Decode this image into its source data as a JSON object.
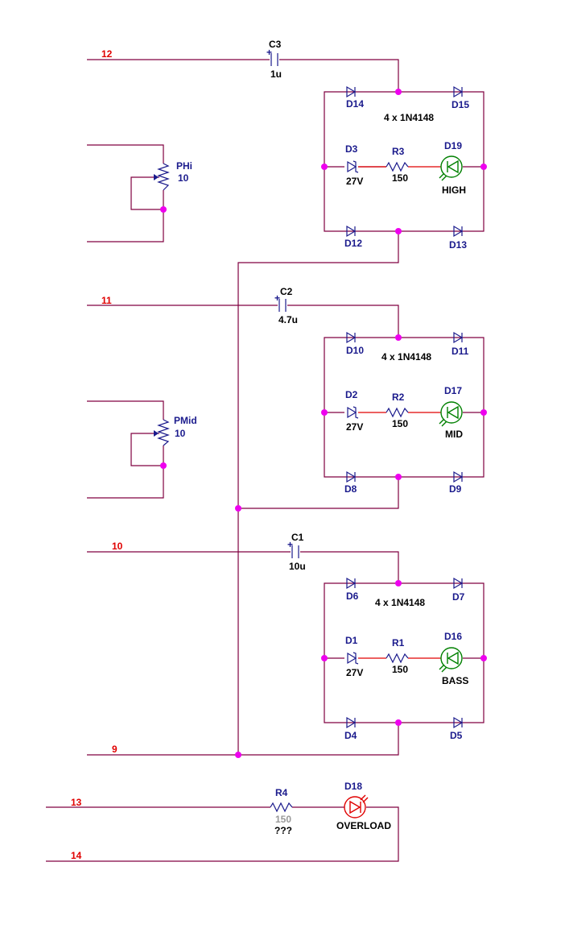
{
  "nets": {
    "n12": "12",
    "n11": "11",
    "n10": "10",
    "n9": "9",
    "n13": "13",
    "n14": "14"
  },
  "stages": [
    {
      "cap": {
        "ref": "C3",
        "value": "1u"
      },
      "pot": {
        "ref": "PHi",
        "value": "10"
      },
      "bridge_note": "4 x 1N4148",
      "diodes": {
        "top_left": "D14",
        "top_right": "D15",
        "bottom_left": "D12",
        "bottom_right": "D13"
      },
      "zener": {
        "ref": "D3",
        "value": "27V"
      },
      "resistor": {
        "ref": "R3",
        "value": "150"
      },
      "led": {
        "ref": "D19",
        "label": "HIGH"
      }
    },
    {
      "cap": {
        "ref": "C2",
        "value": "4.7u"
      },
      "pot": {
        "ref": "PMid",
        "value": "10"
      },
      "bridge_note": "4 x 1N4148",
      "diodes": {
        "top_left": "D10",
        "top_right": "D11",
        "bottom_left": "D8",
        "bottom_right": "D9"
      },
      "zener": {
        "ref": "D2",
        "value": "27V"
      },
      "resistor": {
        "ref": "R2",
        "value": "150"
      },
      "led": {
        "ref": "D17",
        "label": "MID"
      }
    },
    {
      "cap": {
        "ref": "C1",
        "value": "10u"
      },
      "bridge_note": "4 x 1N4148",
      "diodes": {
        "top_left": "D6",
        "top_right": "D7",
        "bottom_left": "D4",
        "bottom_right": "D5"
      },
      "zener": {
        "ref": "D1",
        "value": "27V"
      },
      "resistor": {
        "ref": "R1",
        "value": "150"
      },
      "led": {
        "ref": "D16",
        "label": "BASS"
      }
    }
  ],
  "overload": {
    "resistor": {
      "ref": "R4",
      "value": "150",
      "note": "???"
    },
    "led": {
      "ref": "D18",
      "label": "OVERLOAD"
    }
  },
  "colors": {
    "wire": "#800040",
    "component": "#1a1a8c",
    "junction": "#ee00ee",
    "net_label": "#e00000",
    "led_green": "#008000",
    "led_red": "#e00000",
    "muted_value": "#999999"
  }
}
